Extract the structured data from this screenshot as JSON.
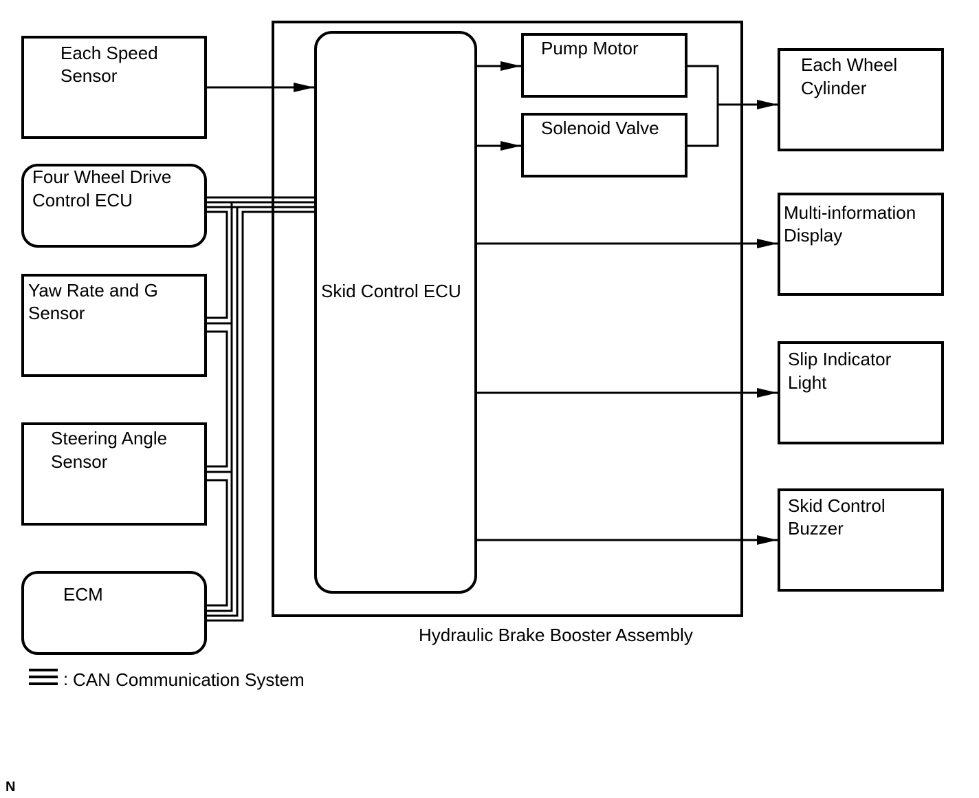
{
  "diagram": {
    "inputs": {
      "speed_sensor": [
        "Each Speed",
        "Sensor"
      ],
      "four_wd_ecu": [
        "Four Wheel Drive",
        "Control ECU"
      ],
      "yaw_sensor": [
        "Yaw Rate and G",
        "Sensor"
      ],
      "steering_sensor": [
        "Steering Angle",
        "Sensor"
      ],
      "ecm": [
        "ECM"
      ]
    },
    "assembly": {
      "label": "Hydraulic Brake Booster Assembly",
      "skid_ecu": "Skid Control ECU",
      "pump_motor": "Pump Motor",
      "solenoid_valve": "Solenoid Valve"
    },
    "outputs": {
      "wheel_cylinder": [
        "Each Wheel",
        "Cylinder"
      ],
      "multi_display": [
        "Multi-information",
        "Display"
      ],
      "slip_light": [
        "Slip Indicator",
        "Light"
      ],
      "skid_buzzer": [
        "Skid Control",
        "Buzzer"
      ]
    },
    "legend": {
      "separator": ":",
      "text": "CAN Communication System"
    },
    "corner_mark": "N"
  }
}
